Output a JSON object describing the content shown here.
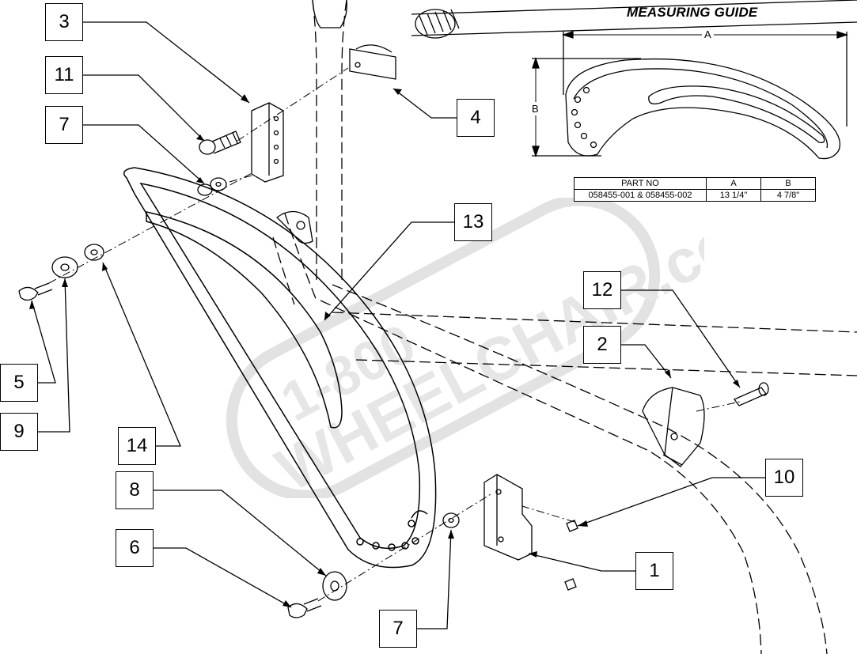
{
  "callouts": [
    {
      "label": "3"
    },
    {
      "label": "11"
    },
    {
      "label": "7"
    },
    {
      "label": "4"
    },
    {
      "label": "13"
    },
    {
      "label": "12"
    },
    {
      "label": "2"
    },
    {
      "label": "5"
    },
    {
      "label": "9"
    },
    {
      "label": "14"
    },
    {
      "label": "8"
    },
    {
      "label": "10"
    },
    {
      "label": "6"
    },
    {
      "label": "1"
    },
    {
      "label": "7"
    }
  ],
  "measuring_guide": {
    "title": "MEASURING GUIDE",
    "dim_a": "A",
    "dim_b": "B",
    "table": {
      "headers": [
        "PART NO",
        "A",
        "B"
      ],
      "rows": [
        [
          "058455-001 & 058455-002",
          "13 1/4\"",
          "4 7/8\""
        ]
      ]
    }
  },
  "watermark": {
    "line1": "1-800",
    "line2": "WHEELCHAIR.com"
  }
}
